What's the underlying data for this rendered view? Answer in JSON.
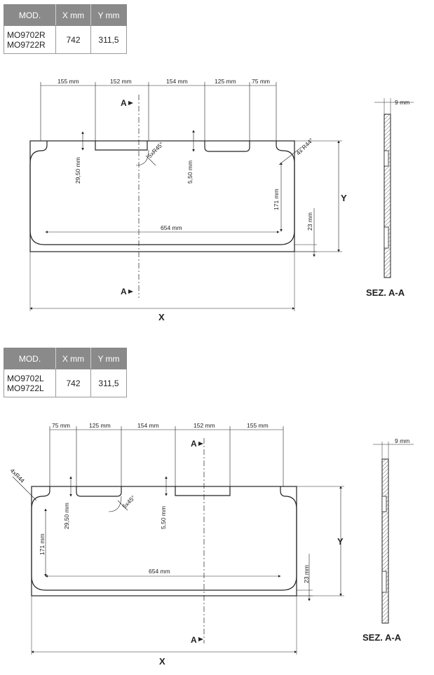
{
  "table_top": {
    "headers": [
      "MOD.",
      "X mm",
      "Y mm"
    ],
    "models": [
      "MO9702R",
      "MO9722R"
    ],
    "x_value": "742",
    "y_value": "311,5"
  },
  "table_bottom": {
    "headers": [
      "MOD.",
      "X mm",
      "Y mm"
    ],
    "models": [
      "MO9702L",
      "MO9722L"
    ],
    "x_value": "742",
    "y_value": "311,5"
  },
  "drawing_top": {
    "dims_top": [
      "155 mm",
      "152 mm",
      "154 mm",
      "125 mm",
      "75 mm"
    ],
    "dim_depth_cut": "29,50 mm",
    "dim_mid": "5,50 mm",
    "dim_inner_height": "171 mm",
    "dim_inner_width": "654 mm",
    "dim_edge": "23 mm",
    "chamfer_note": "5xR45°",
    "radius_note": "4x R44°",
    "axis_x": "X",
    "axis_y": "Y",
    "section_marker": "A",
    "section_title": "SEZ. A-A",
    "thickness": "9 mm"
  },
  "drawing_bottom": {
    "dims_top": [
      "75 mm",
      "125 mm",
      "154 mm",
      "152 mm",
      "155 mm"
    ],
    "dim_depth_cut": "29,50 mm",
    "dim_mid": "5,50 mm",
    "dim_inner_height": "171 mm",
    "dim_inner_width": "654 mm",
    "dim_edge": "23 mm",
    "chamfer_note": "5x45°",
    "radius_note": "4xR44",
    "axis_x": "X",
    "axis_y": "Y",
    "section_marker": "A",
    "section_title": "SEZ. A-A",
    "thickness": "9 mm"
  }
}
